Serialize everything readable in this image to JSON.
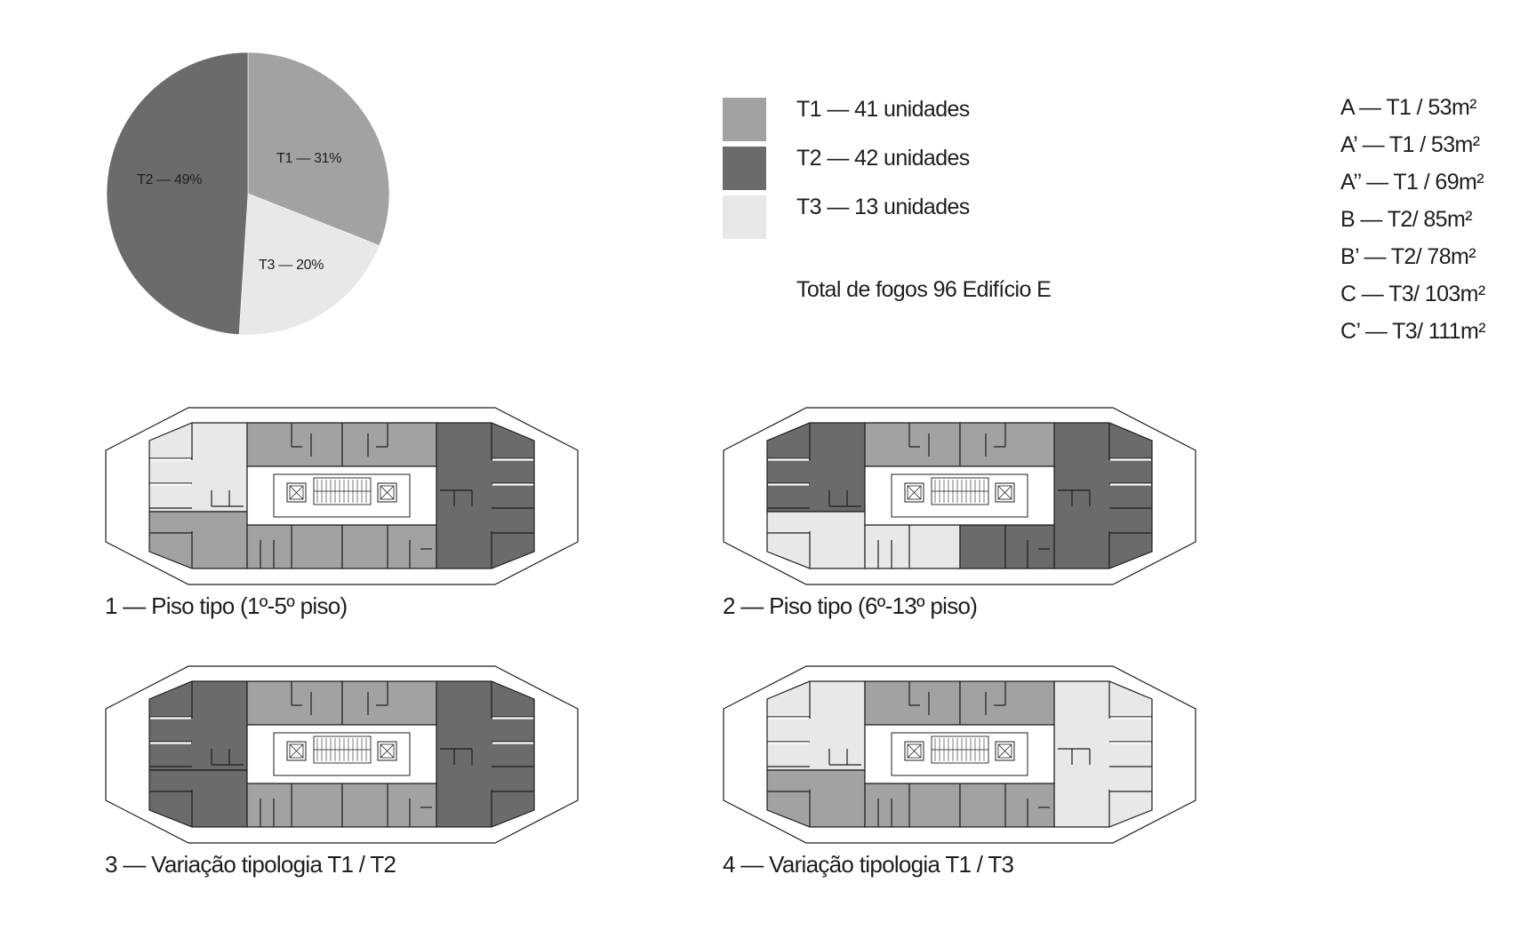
{
  "chart_data": {
    "type": "pie",
    "title": "",
    "slices": [
      {
        "label": "T1 — 31%",
        "value": 31,
        "color": "#a2a2a4"
      },
      {
        "label": "T3 — 20%",
        "value": 20,
        "color": "#e8e8e9"
      },
      {
        "label": "T2 — 49%",
        "value": 49,
        "color": "#6b6a6d"
      }
    ],
    "start_angle_deg": 0,
    "direction": "clockwise"
  },
  "legend": {
    "items": [
      {
        "label": "T1 —  41 unidades",
        "color": "#a2a2a4"
      },
      {
        "label": "T2 — 42 unidades",
        "color": "#6b6a6d"
      },
      {
        "label": "T3 — 13 unidades",
        "color": "#e8e8e9"
      }
    ],
    "total": "Total de fogos 96 Edifício E"
  },
  "unit_types": [
    "A —  T1 / 53m²",
    "A’ —  T1 / 53m²",
    "A’’ —  T1 / 69m²",
    "B —  T2/ 85m²",
    "B’ —  T2/ 78m²",
    "C —  T3/ 103m²",
    "C’ —  T3/ 111m²"
  ],
  "colors": {
    "t1": "#a2a2a4",
    "t2": "#6b6a6d",
    "t3": "#e8e8e9",
    "line": "#1e1e1e"
  },
  "plans": [
    {
      "caption": "1 — Piso tipo (1º-5º piso)",
      "units": {
        "left": "t3",
        "left_lower": "t1",
        "right": "t2",
        "top_left": "t1",
        "top_right": "t1",
        "bottom_left": "t1",
        "bottom_right": "t1"
      }
    },
    {
      "caption": "2 — Piso tipo (6º-13º piso)",
      "units": {
        "left": "t2",
        "left_lower": "t3",
        "right": "t2",
        "top_left": "t1",
        "top_right": "t1",
        "bottom_left": "t3",
        "bottom_right": "t2"
      }
    },
    {
      "caption": "3  — Variação tipologia T1 / T2",
      "units": {
        "left": "t2",
        "left_lower": "t2",
        "right": "t2",
        "top_left": "t1",
        "top_right": "t1",
        "bottom_left": "t1",
        "bottom_right": "t1"
      }
    },
    {
      "caption": "4 — Variação tipologia T1 / T3",
      "units": {
        "left": "t3",
        "left_lower": "t1",
        "right": "t3",
        "top_left": "t1",
        "top_right": "t1",
        "bottom_left": "t1",
        "bottom_right": "t1"
      }
    }
  ]
}
